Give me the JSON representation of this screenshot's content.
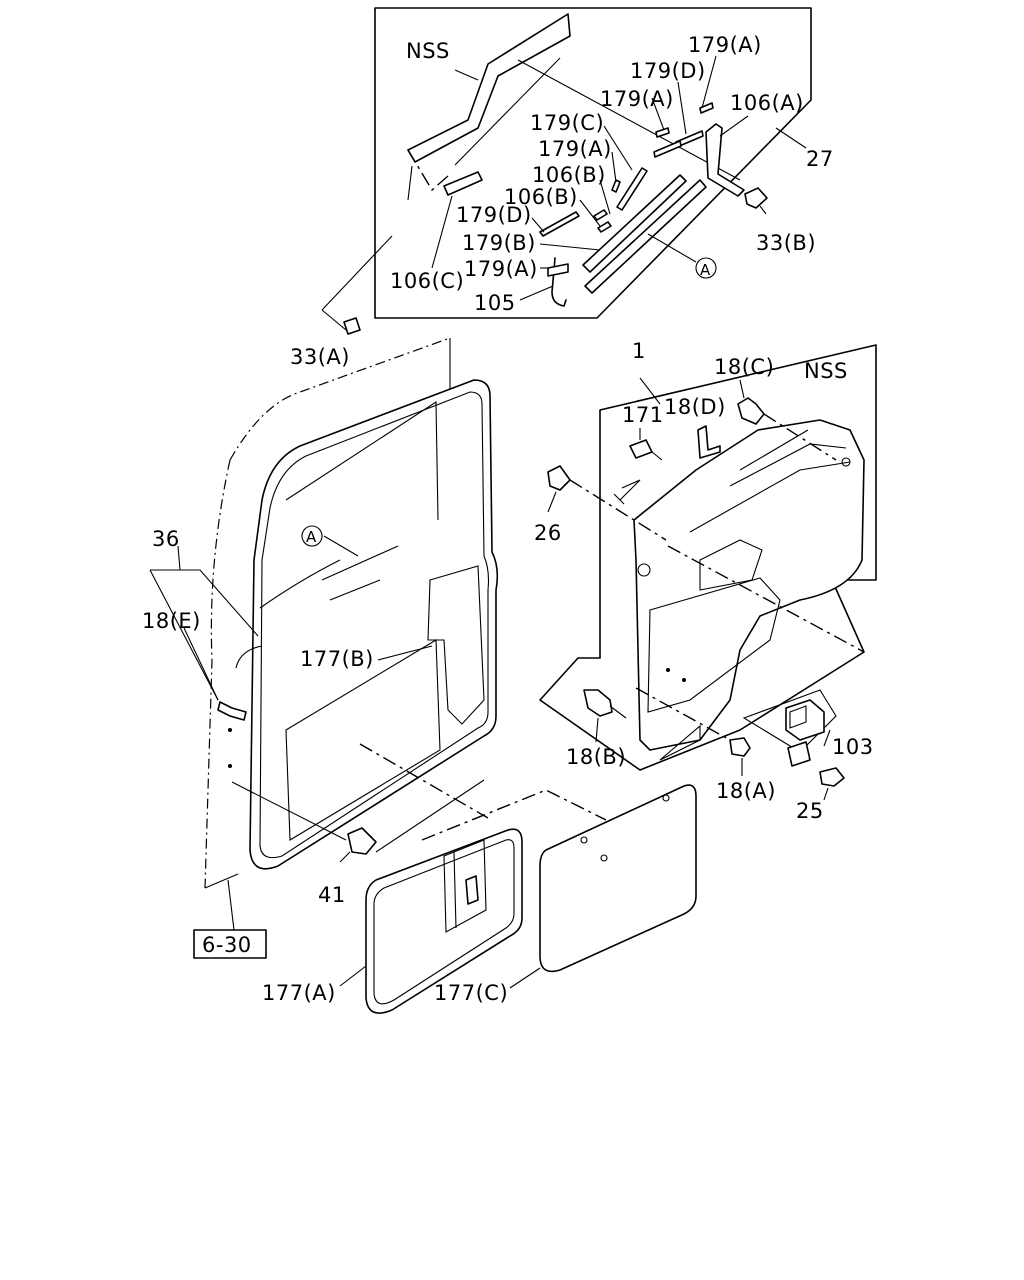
{
  "labels": {
    "nss_top": "NSS",
    "p179a_1": "179(A)",
    "p179d_1": "179(D)",
    "p179a_2": "179(A)",
    "p106a": "106(A)",
    "p179c": "179(C)",
    "p27": "27",
    "p179a_3": "179(A)",
    "p106b_1": "106(B)",
    "p106b_2": "106(B)",
    "p179d_2": "179(D)",
    "p33b": "33(B)",
    "p179b": "179(B)",
    "circle_a_top": "A",
    "p179a_4": "179(A)",
    "p106c": "106(C)",
    "p105": "105",
    "p33a": "33(A)",
    "p1": "1",
    "p18c": "18(C)",
    "nss_right": "NSS",
    "p171": "171",
    "p18d": "18(D)",
    "p26": "26",
    "p36": "36",
    "circle_a_left": "A",
    "p18e": "18(E)",
    "p177b": "177(B)",
    "p18b": "18(B)",
    "p103": "103",
    "p18a": "18(A)",
    "p25": "25",
    "p41": "41",
    "ref_6_30": "6-30",
    "p177a": "177(A)",
    "p177c": "177(C)"
  }
}
